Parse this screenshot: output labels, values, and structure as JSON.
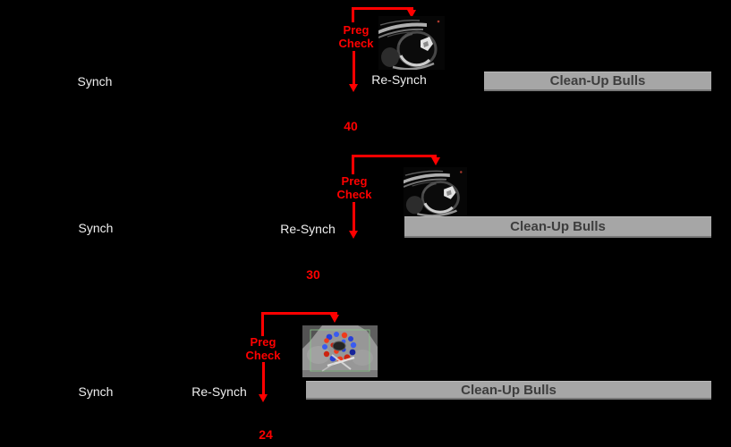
{
  "diagram": {
    "colors": {
      "background": "#000000",
      "arrow_red": "#ff0000",
      "bar_fill": "#a6a6a6",
      "bar_text": "#3d3d3d",
      "label_text": "#efefef"
    },
    "rows": [
      {
        "synch_label": "Synch",
        "resynch_label": "Re-Synch",
        "preg_check_line1": "Preg",
        "preg_check_line2": "Check",
        "day_number": "40",
        "cleanup_label": "Clean-Up Bulls",
        "scan_icon": "embryo-ultrasound-scan"
      },
      {
        "synch_label": "Synch",
        "resynch_label": "Re-Synch",
        "preg_check_line1": "Preg",
        "preg_check_line2": "Check",
        "day_number": "30",
        "cleanup_label": "Clean-Up Bulls",
        "scan_icon": "embryo-ultrasound-scan"
      },
      {
        "synch_label": "Synch",
        "resynch_label": "Re-Synch",
        "preg_check_line1": "Preg",
        "preg_check_line2": "Check",
        "day_number": "24",
        "cleanup_label": "Clean-Up Bulls",
        "scan_icon": "color-doppler-ultrasound-scan"
      }
    ]
  }
}
